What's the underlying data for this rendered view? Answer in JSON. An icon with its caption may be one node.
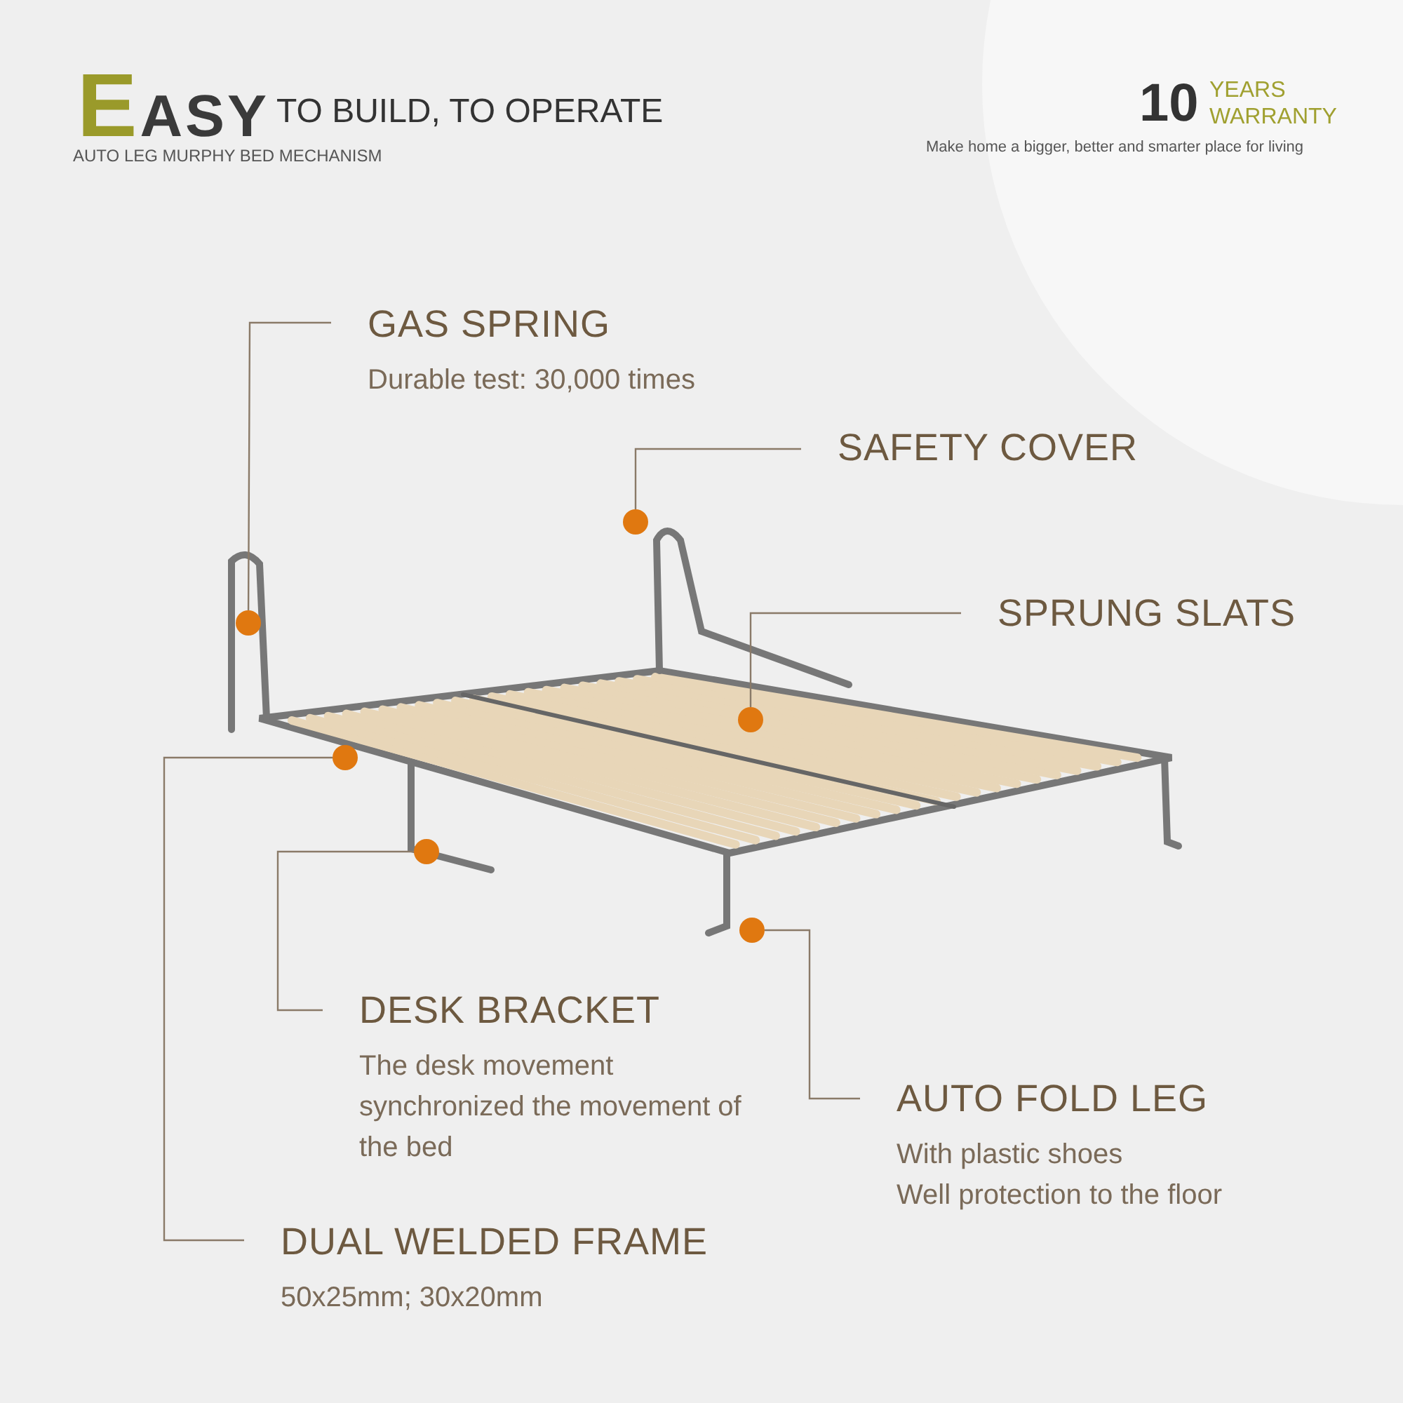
{
  "diagram": {
    "title": "EASY",
    "nodes": [
      {
        "text": [
          "GAS SPRING",
          "Durable test: 30,000 times"
        ]
      },
      {
        "text": [
          "SAFETY COVER"
        ]
      },
      {
        "text": [
          "SPRUNG SLATS"
        ]
      },
      {
        "text": [
          "DESK BRACKET",
          "The desk movement synchronized the movement of the bed"
        ]
      },
      {
        "text": [
          "AUTO FOLD LEG",
          "With plastic shoes",
          "Well protection to the floor"
        ]
      },
      {
        "text": [
          "DUAL WELDED FRAME",
          "50x25mm; 30x20mm"
        ]
      },
      {
        "text": [],
        "shape": "circle"
      },
      {
        "text": [],
        "shape": "circle"
      },
      {
        "text": [],
        "shape": "circle"
      },
      {
        "text": [],
        "shape": "circle"
      },
      {
        "text": [],
        "shape": "circle"
      },
      {
        "text": [],
        "shape": "circle"
      }
    ],
    "edges": [
      {
        "from": 0,
        "to": 7,
        "arrow": "none"
      },
      {
        "from": 1,
        "to": 6,
        "arrow": "none"
      },
      {
        "from": 2,
        "to": 8,
        "arrow": "none"
      },
      {
        "from": 3,
        "to": 10,
        "arrow": "none"
      },
      {
        "from": 4,
        "to": 11,
        "arrow": "none"
      },
      {
        "from": 5,
        "to": 9,
        "arrow": "none"
      }
    ],
    "labels": [
      "TO BUILD, TO OPERATE",
      "AUTO LEG MURPHY BED MECHANISM",
      "10",
      "YEARS",
      "WARRANTY",
      "Make home a bigger, better and smarter place for living"
    ]
  }
}
